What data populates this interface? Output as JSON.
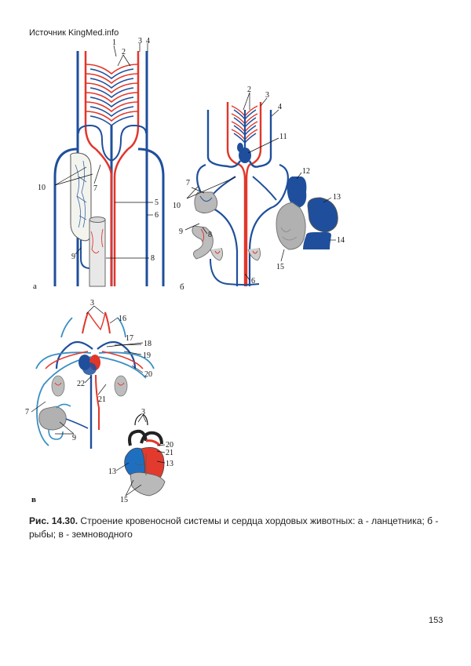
{
  "source_text": "Источник KingMed.info",
  "panels": {
    "a": {
      "letter": "а",
      "labels": {
        "l1": "1",
        "l2": "2",
        "l3": "3",
        "l4": "4",
        "l5": "5",
        "l6": "6",
        "l7": "7",
        "l8": "8",
        "l9": "9",
        "l10": "10"
      }
    },
    "b": {
      "letter": "б",
      "labels": {
        "l2": "2",
        "l3": "3",
        "l4": "4",
        "l6": "6",
        "l7": "7",
        "l8": "8",
        "l9": "9",
        "l10": "10",
        "l11": "11",
        "l12": "12",
        "l13": "13",
        "l14": "14",
        "l15": "15"
      }
    },
    "v": {
      "letter": "в",
      "labels": {
        "l3": "3",
        "l7": "7",
        "l9": "9",
        "l16": "16",
        "l17": "17",
        "l18": "18",
        "l19": "19",
        "l20": "20",
        "l21": "21",
        "l22": "22",
        "h3": "3",
        "h13a": "13",
        "h13b": "13",
        "h15": "15",
        "h20": "20",
        "h21": "21"
      }
    }
  },
  "caption": {
    "figure_label": "Рис. 14.30.",
    "text": " Строение кровеносной системы и сердца хордовых животных: а - ланцетника; б - рыбы; в - земноводного"
  },
  "page_number": "153",
  "colors": {
    "artery": "#e2362a",
    "vein": "#1f4f9c",
    "light_vein": "#3a8fc4",
    "organ": "#a9a9a9"
  }
}
